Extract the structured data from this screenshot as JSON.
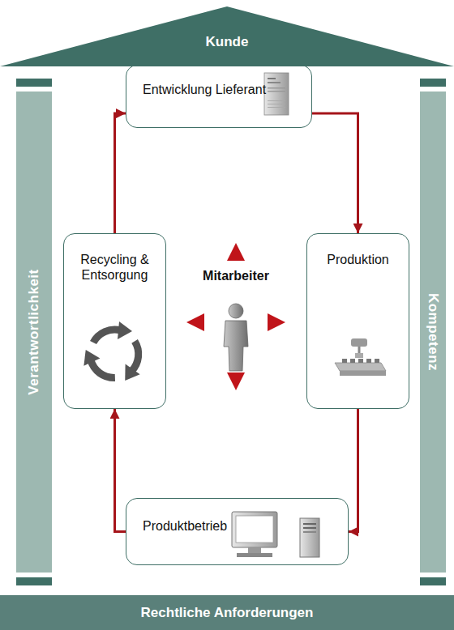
{
  "diagram": {
    "nodes": [
      {
        "text": [
          "Kunde"
        ]
      },
      {
        "text": [
          "Entwicklung Lieferant"
        ]
      },
      {
        "text": [
          "Verantwortlichkeit"
        ]
      },
      {
        "text": [
          "Recycling & Entsorgung"
        ]
      },
      {
        "text": [
          "Produktion"
        ]
      },
      {
        "text": [
          "Kompetenz"
        ]
      },
      {
        "text": [
          "Produktbetrieb"
        ]
      },
      {
        "text": [
          "Rechtliche Anforderungen"
        ]
      }
    ],
    "edges": [
      {
        "from": 1,
        "to": 4,
        "arrow": "to"
      },
      {
        "from": 4,
        "to": 6,
        "arrow": "to"
      },
      {
        "from": 6,
        "to": 3,
        "arrow": "to"
      },
      {
        "from": 3,
        "to": 1,
        "arrow": "to"
      }
    ],
    "labels": [
      "Mitarbeiter"
    ]
  }
}
